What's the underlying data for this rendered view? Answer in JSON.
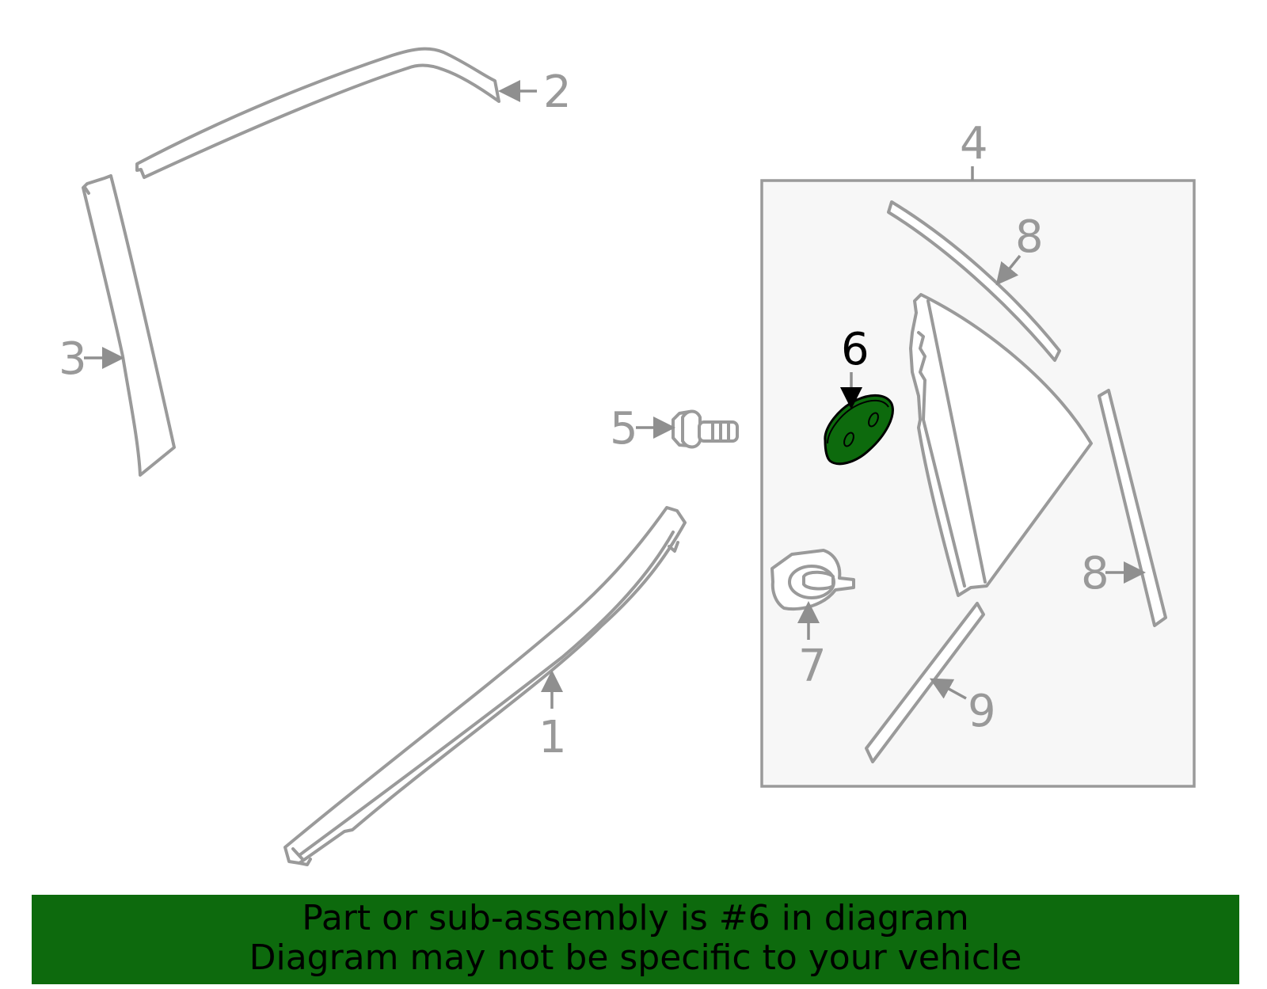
{
  "colors": {
    "highlight": "#0d6a0d",
    "part_outline": "#9a9a9a",
    "subassembly_bg": "#f7f7f7",
    "callout_text": "#999999"
  },
  "callouts": {
    "c1": "1",
    "c2": "2",
    "c3": "3",
    "c4": "4",
    "c5": "5",
    "c6": "6",
    "c7": "7",
    "c8a": "8",
    "c8b": "8",
    "c9": "9"
  },
  "highlighted_part": "6",
  "banner": {
    "line1": "Part or sub-assembly is #6 in diagram",
    "line2": "Diagram may not be specific to your vehicle"
  }
}
